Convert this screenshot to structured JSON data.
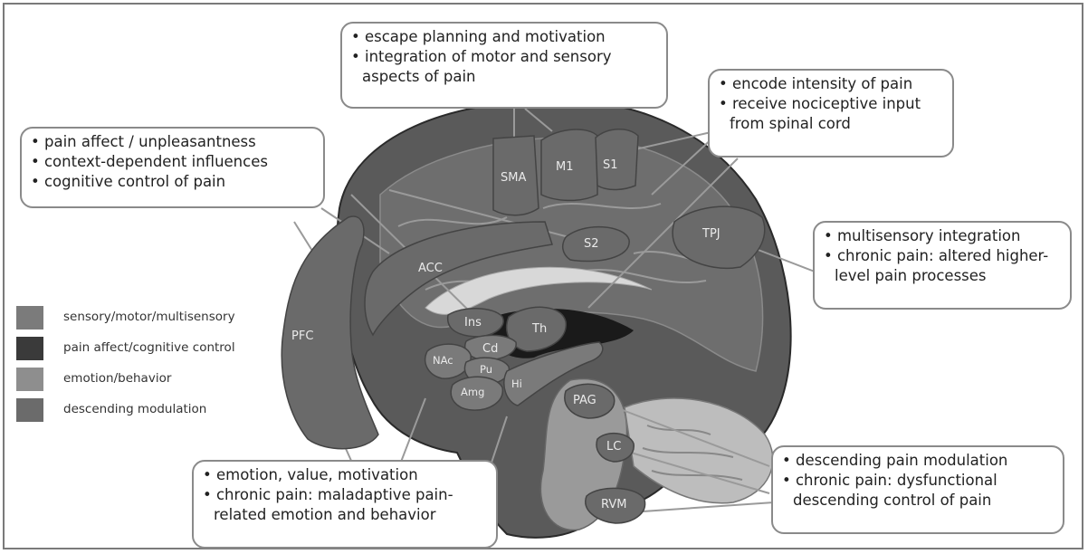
{
  "legend": [
    {
      "label": "sensory/motor/multisensory",
      "color": "#7b7b7b"
    },
    {
      "label": "pain affect/cognitive control",
      "color": "#3a3a3a"
    },
    {
      "label": "emotion/behavior",
      "color": "#8e8e8e"
    },
    {
      "label": "descending modulation",
      "color": "#6b6b6b"
    }
  ],
  "regions": {
    "sma": "SMA",
    "m1": "M1",
    "s1": "S1",
    "s2": "S2",
    "tpj": "TPJ",
    "acc": "ACC",
    "pfc": "PFC",
    "ins": "Ins",
    "th": "Th",
    "cd": "Cd",
    "nac": "NAc",
    "pu": "Pu",
    "amg": "Amg",
    "hi": "Hi",
    "pag": "PAG",
    "lc": "LC",
    "rvm": "RVM"
  },
  "callouts": {
    "motor": {
      "lines": [
        "escape planning and motivation",
        "integration of motor and sensory",
        "aspects of pain"
      ]
    },
    "sensory": {
      "lines": [
        "encode intensity of pain",
        "receive nociceptive input",
        "from spinal cord"
      ]
    },
    "prefrontal": {
      "lines": [
        "pain affect / unpleasantness",
        "context-dependent influences",
        "cognitive control of pain"
      ]
    },
    "multisensory": {
      "lines": [
        "multisensory integration",
        "chronic pain: altered higher-",
        "level pain processes"
      ]
    },
    "emotion": {
      "lines": [
        "emotion, value, motivation",
        "chronic pain: maladaptive pain-",
        "related emotion and behavior"
      ]
    },
    "descending": {
      "lines": [
        "descending pain modulation",
        "chronic pain: dysfunctional",
        "descending control of pain"
      ]
    }
  }
}
